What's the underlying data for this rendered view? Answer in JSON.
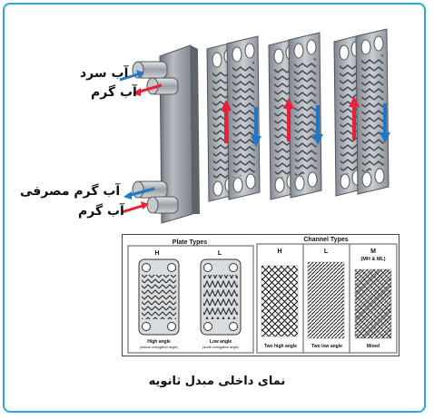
{
  "labels": {
    "cold_water": "آب سرد",
    "hot_water_top": "آب گرم",
    "hot_water_consumed": "آب گرم مصرفی",
    "hot_water_bottom": "آب گرم"
  },
  "panel": {
    "plate_types_title": "Plate Types",
    "channel_types_title": "Channel Types",
    "plate_h_letter": "H",
    "plate_l_letter": "L",
    "plate_h_caption": "High angle",
    "plate_h_sub": "(obtuse corrugation angle)",
    "plate_l_caption": "Low angle",
    "plate_l_sub": "(acute corrugation angle)",
    "channel_h_letter": "H",
    "channel_l_letter": "L",
    "channel_m_letter": "M",
    "channel_m_sub": "(MH & ML)",
    "channel_h_caption": "Two high angle",
    "channel_l_caption": "Two low angle",
    "channel_m_caption": "Mixed"
  },
  "caption": "نمای داخلی مبدل ثانویه",
  "colors": {
    "border": "#29a8e0",
    "cold_arrow": "#1f77c9",
    "hot_arrow": "#e8203a"
  }
}
